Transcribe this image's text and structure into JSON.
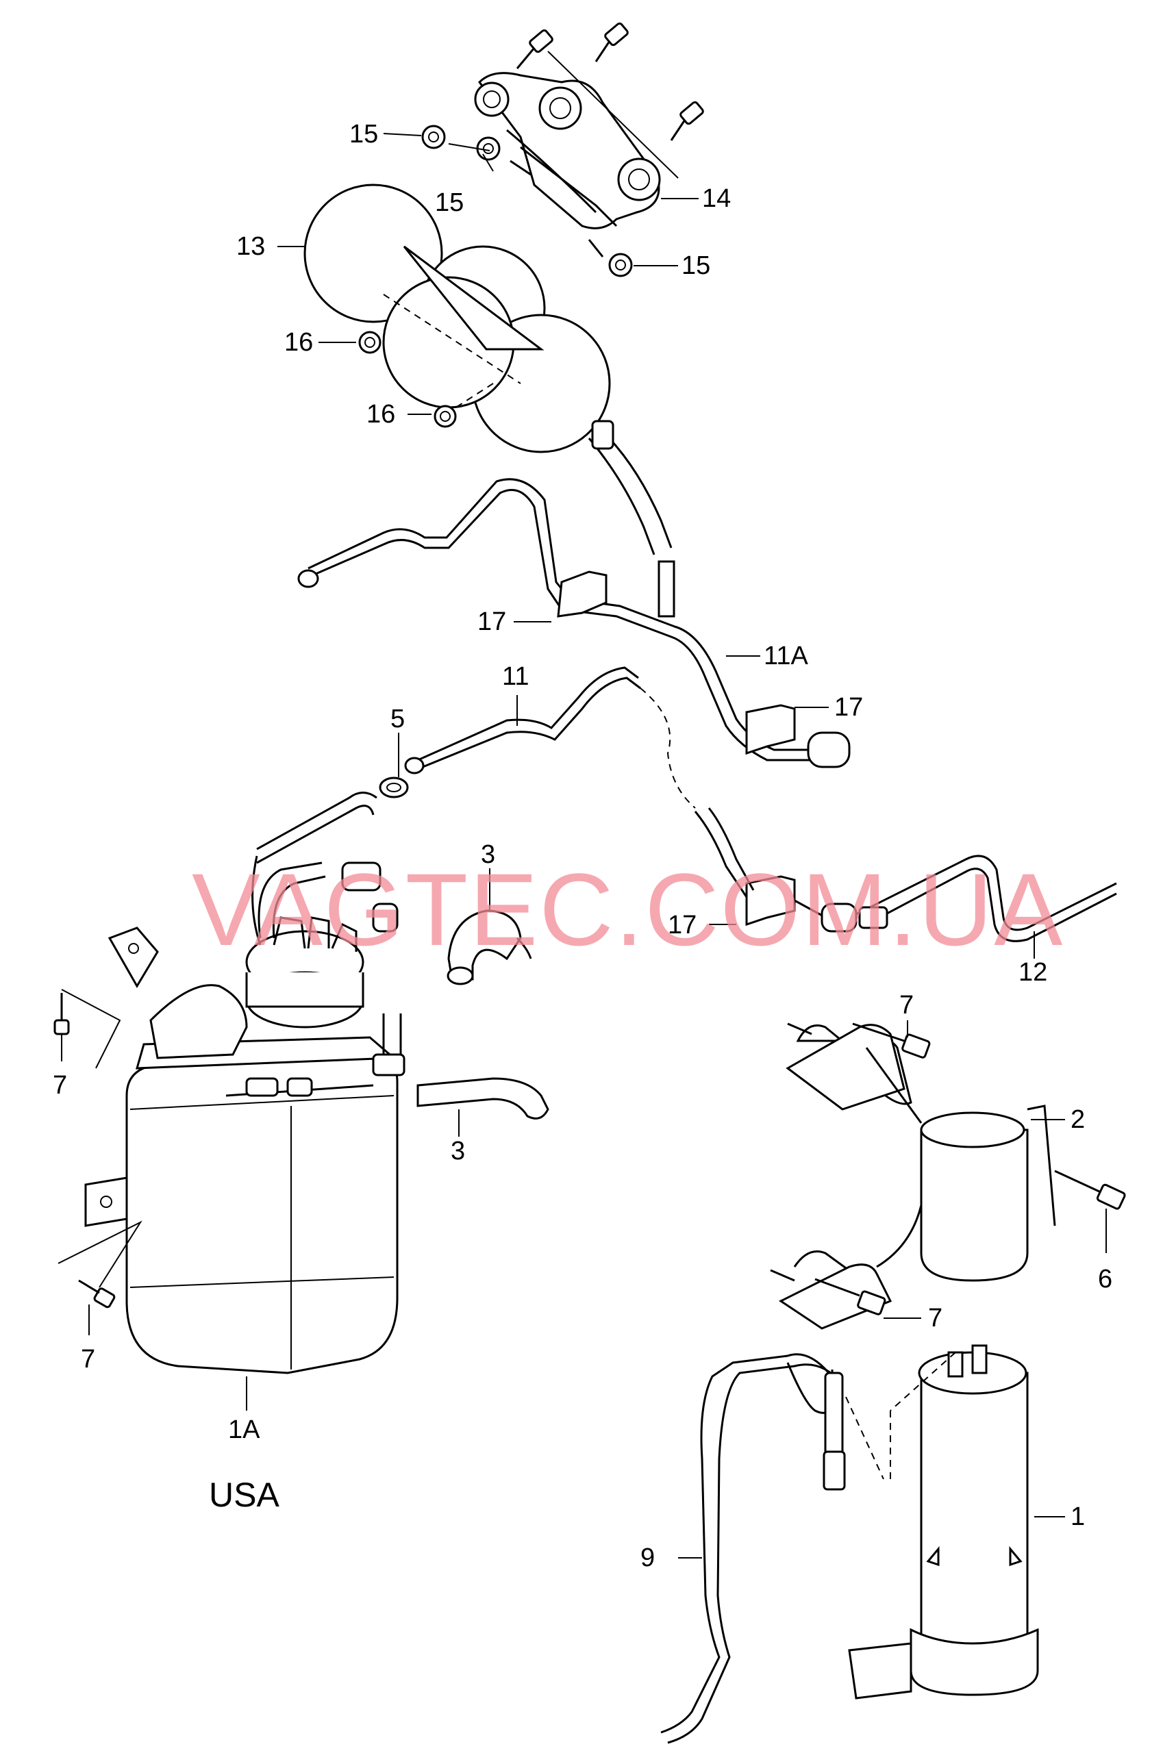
{
  "watermark": "VAGTEC.COM.UA",
  "region_label": "USA",
  "callouts": {
    "c1": "1",
    "c1a": "1A",
    "c2": "2",
    "c3a": "3",
    "c3b": "3",
    "c5": "5",
    "c6": "6",
    "c7a": "7",
    "c7b": "7",
    "c7c": "7",
    "c7d": "7",
    "c9": "9",
    "c11": "11",
    "c11a": "11A",
    "c12": "12",
    "c13": "13",
    "c14": "14",
    "c15a": "15",
    "c15b": "15",
    "c15c": "15",
    "c16a": "16",
    "c16b": "16",
    "c17a": "17",
    "c17b": "17",
    "c17c": "17"
  }
}
